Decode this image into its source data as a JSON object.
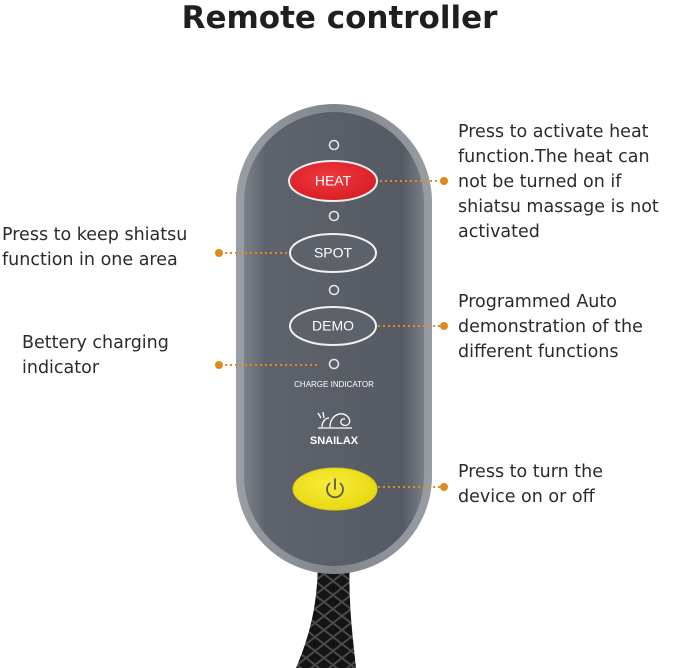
{
  "title": "Remote controller",
  "remote": {
    "heat_label": "HEAT",
    "spot_label": "SPOT",
    "demo_label": "DEMO",
    "charge_indicator_label": "CHARGE INDICATOR",
    "brand": "SNAILAX",
    "power_icon": "power-icon",
    "colors": {
      "body": "#5b5f66",
      "heat": "#e0262c",
      "power": "#f2e51f",
      "leader": "#e08a1e"
    }
  },
  "callouts": {
    "heat": [
      "Press to activate heat",
      "function.The heat can",
      "not be turned on if",
      "shiatsu massage is not",
      "activated"
    ],
    "spot": [
      "Press to keep shiatsu",
      "function in one area"
    ],
    "demo": [
      "Programmed Auto",
      "demonstration of the",
      "different functions"
    ],
    "charge": [
      "Bettery charging",
      "indicator"
    ],
    "power": [
      "Press to turn the",
      "device on or off"
    ]
  }
}
